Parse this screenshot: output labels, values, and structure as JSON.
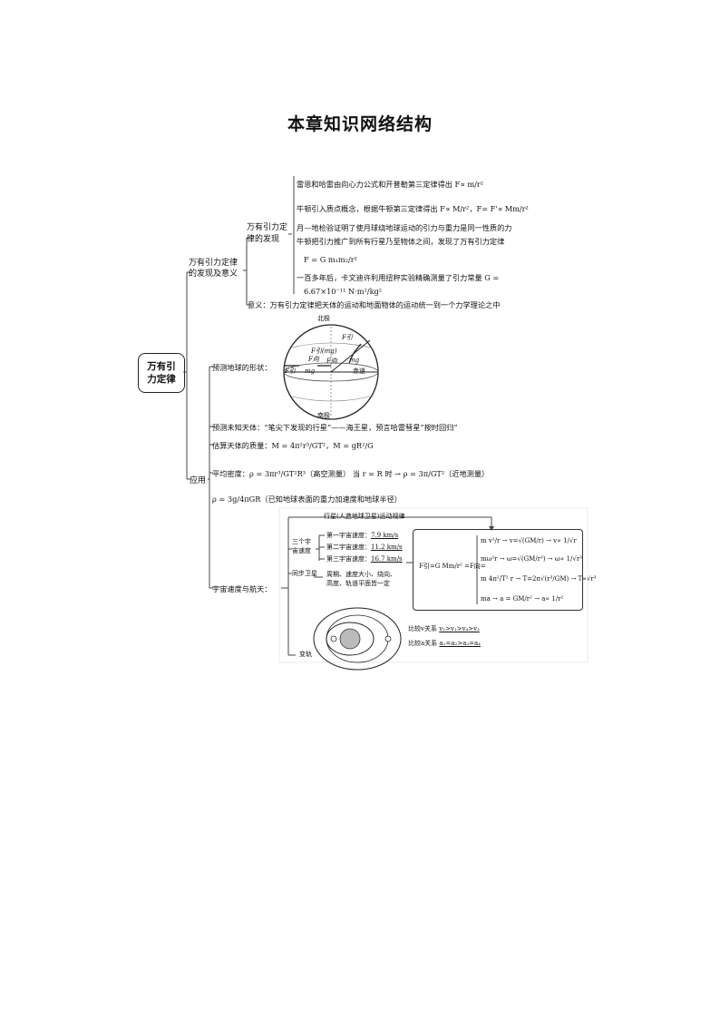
{
  "title": "本章知识网络结构",
  "root": {
    "line1": "万有引",
    "line2": "力定律"
  },
  "branch1": {
    "label_line1": "万有引力定律",
    "label_line2": "的发现及意义",
    "sub_label_line1": "万有引力定",
    "sub_label_line2": "律的发现",
    "items": [
      "雷恩和哈雷由向心力公式和开普勒第三定律得出 F∝ m/r²",
      "牛顿引入质点概念，根据牛顿第三定律得出 F∝ M/r²，F= F'∝ Mm/r²",
      "月—地检验证明了使月球绕地球运动的引力与重力是同一性质的力",
      "牛顿把引力推广到所有行星乃至物体之间，发现了万有引力定律",
      "F = G m₁m₂/r²",
      "一百多年后，卡文迪许利用扭秤实验精确测量了引力常量 G =",
      "6.67×10⁻¹¹ N·m²/kg²"
    ],
    "meaning": "意义：万有引力定律把天体的运动和地面物体的运动统一到一个力学理论之中"
  },
  "branch2": {
    "label": "应用",
    "earth_shape": "预测地球的形状：",
    "globe": {
      "north": "北极",
      "south": "南极",
      "equator": "赤道",
      "f_yin": "F引",
      "f_xiang": "F向",
      "mg": "mg",
      "f_mg": "F引(mg)"
    },
    "unknown_body": "预测未知天体：“笔尖下发现的行星”——海王星，预言哈雷彗星“按时回归”",
    "mass_est": "估算天体的质量：M = 4π²r³/GT²，M = gR²/G",
    "density": "平均密度：ρ = 3πr³/GT²R³（高空测量） 当 r = R 时 → ρ = 3π/GT²（近地测量）",
    "density2": "ρ = 3g/4πGR（已知地球表面的重力加速度和地球半径）",
    "space": "宇宙速度与航天：",
    "satellite_rule": "行星(人造地球卫星)运动规律",
    "cosmic_label_1": "三个宇",
    "cosmic_label_2": "宙速度",
    "speeds": [
      {
        "name": "第一宇宙速度：",
        "value": "7.9 km/s"
      },
      {
        "name": "第二宇宙速度：",
        "value": "11.2 km/s"
      },
      {
        "name": "第三宇宙速度：",
        "value": "16.7 km/s"
      }
    ],
    "geo_label": "同步卫星",
    "geo_text_1": "周期、速度大小、绕向、",
    "geo_text_2": "高度、轨道平面皆一定",
    "orbit_change": "变轨",
    "compare_v": "比较v关系",
    "compare_v_val": "v₂>v₁>v₄>v₃",
    "compare_a": "比较a关系",
    "compare_a_val": "a₁=a₂>a₃=a₄",
    "formulas": {
      "main": "F引=G Mm/r² =F向=",
      "f1": "m v²/r → v=√(GM/r) → v∝ 1/√r",
      "f2": "mω²r → ω=√(GM/r³) → ω∝ 1/√r³",
      "f3": "m 4π²/T² r → T=2π√(r³/GM) → T∝√r³",
      "f4": "ma → a = GM/r² → a∝ 1/r²"
    }
  }
}
